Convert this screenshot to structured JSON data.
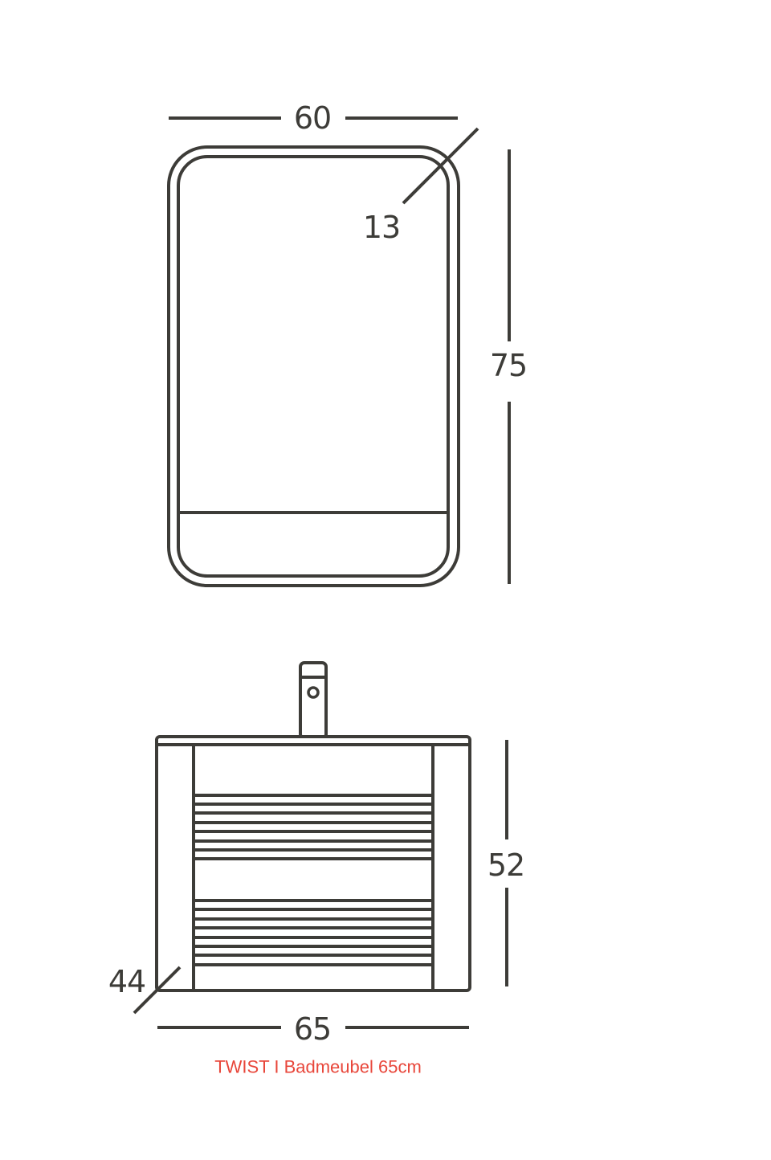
{
  "mirror": {
    "width_label": "60",
    "depth_label": "13",
    "height_label": "75"
  },
  "cabinet": {
    "width_label": "65",
    "depth_label": "44",
    "height_label": "52"
  },
  "caption": "TWIST I Badmeubel 65cm",
  "colors": {
    "line": "#3d3c38",
    "caption": "#e8463a"
  }
}
